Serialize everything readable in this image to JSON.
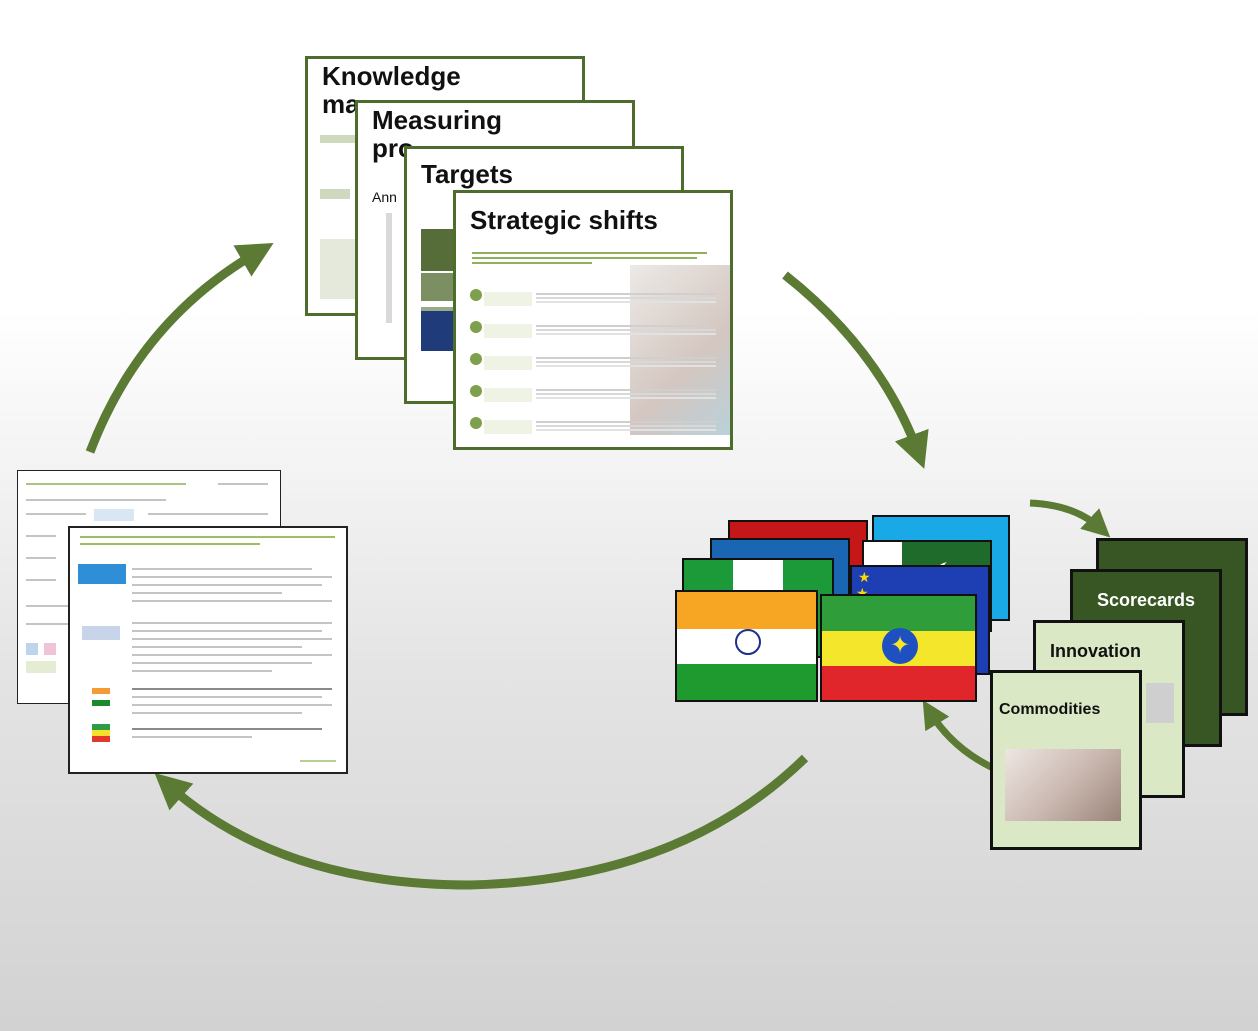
{
  "cards": {
    "knowledge": {
      "title": "Knowledge",
      "title2": "ma"
    },
    "measuring": {
      "title": "Measuring",
      "title2": "pro",
      "subtitle": "Ann"
    },
    "targets": {
      "title": "Targets"
    },
    "shifts": {
      "title": "Strategic shifts"
    }
  },
  "flags": [
    "red",
    "cyan",
    "blue",
    "pakistan",
    "nigeria",
    "eu",
    "india",
    "ethiopia"
  ],
  "right_stack": {
    "scorecards": "Scorecards",
    "innovation": "Innovation",
    "commodities": "Commodities"
  },
  "colors": {
    "arrow": "#5b7a33",
    "card_border": "#4e6d2c",
    "light_green": "#dbe8c6",
    "dark_green": "#375623"
  }
}
